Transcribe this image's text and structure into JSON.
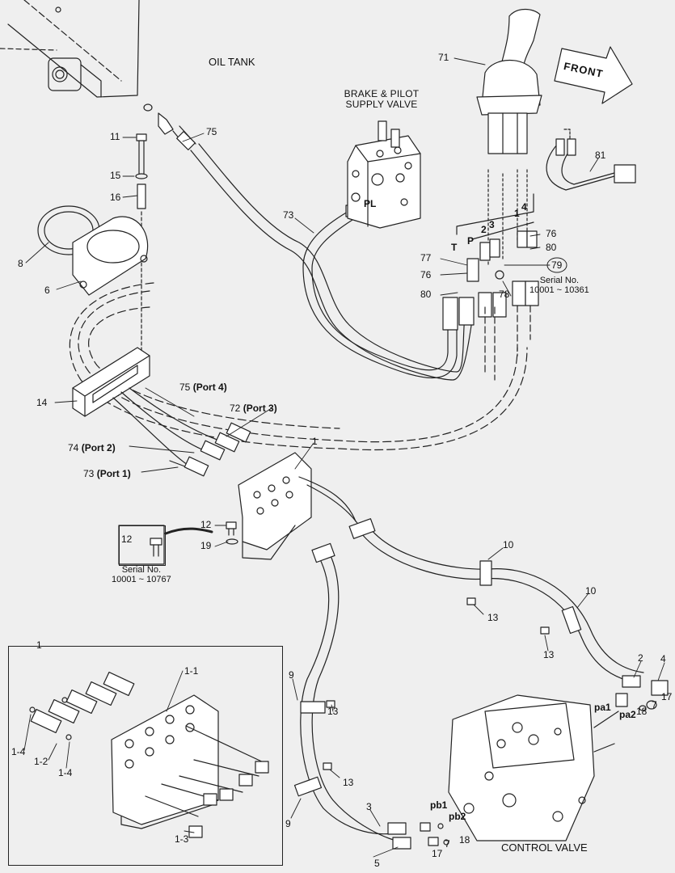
{
  "titles": {
    "oil_tank": "OIL TANK",
    "brake_valve_line1": "BRAKE & PILOT",
    "brake_valve_line2": "SUPPLY VALVE",
    "front": "FRONT",
    "control_valve": "CONTROL VALVE"
  },
  "port_letters": {
    "pl": "PL",
    "t": "T",
    "p": "P",
    "two": "2",
    "three": "3",
    "one": "1",
    "four": "4"
  },
  "hoses": {
    "h75": "75",
    "h75_port": "(Port 4)",
    "h72": "72",
    "h72_port": "(Port 3)",
    "h74": "74",
    "h74_port": "(Port 2)",
    "h73": "73",
    "h73_port": "(Port 1)"
  },
  "serial": {
    "a_line1": "Serial No.",
    "a_line2": "10001 ~ 10361",
    "b_line1": "Serial No.",
    "b_line2": "10001 ~ 10767"
  },
  "control_ports": {
    "pa1": "pa1",
    "pa2": "pa2",
    "pb1": "pb1",
    "pb2": "pb2"
  },
  "callouts": {
    "c11": "11",
    "c15": "15",
    "c16": "16",
    "c8": "8",
    "c6": "6",
    "c75": "75",
    "c73": "73",
    "c71": "71",
    "c81": "81",
    "c77": "77",
    "c76a": "76",
    "c80a": "80",
    "c76b": "76",
    "c80b": "80",
    "c79": "79",
    "c78": "78",
    "c14": "14",
    "c1": "1",
    "c12a": "12",
    "c19": "19",
    "c12b": "12",
    "c10a": "10",
    "c10b": "10",
    "c13a": "13",
    "c13b": "13",
    "c13c": "13",
    "c13d": "13",
    "c2": "2",
    "c4": "4",
    "c17a": "17",
    "c7a": "7",
    "c18a": "18",
    "c9a": "9",
    "c9b": "9",
    "c3": "3",
    "c5": "5",
    "c7b": "7",
    "c17b": "17",
    "c18b": "18",
    "inset_1": "1",
    "inset_1_1": "1-1",
    "inset_1_2": "1-2",
    "inset_1_3": "1-3",
    "inset_1_4a": "1-4",
    "inset_1_4b": "1-4"
  }
}
